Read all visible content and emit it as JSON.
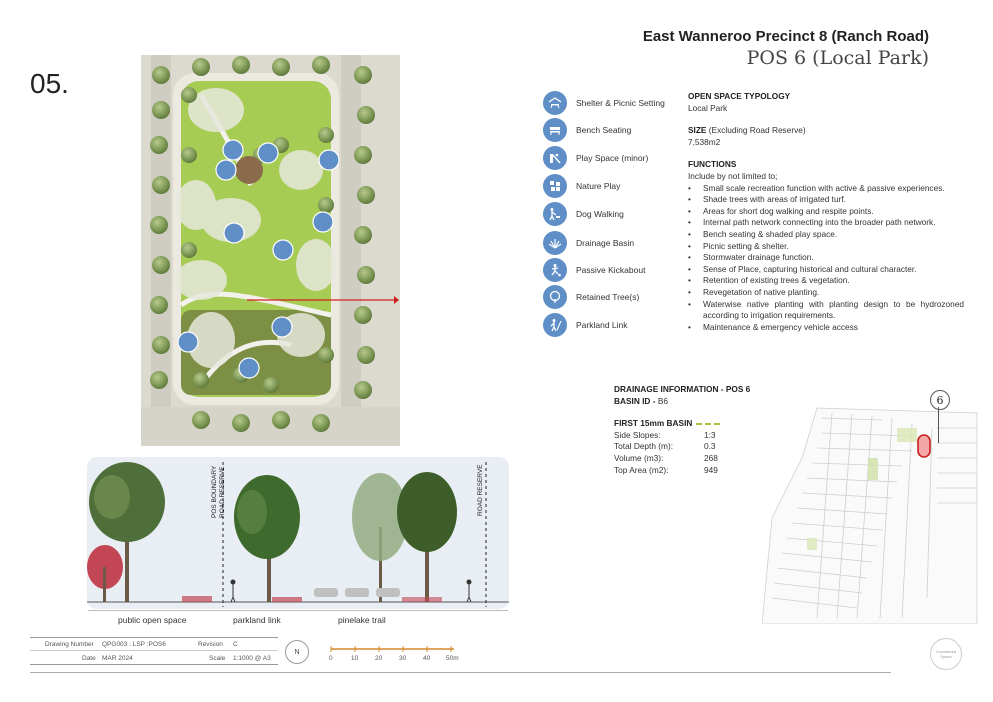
{
  "page_number": "05.",
  "header": {
    "title": "East Wanneroo Precinct 8 (Ranch Road)",
    "subtitle": "POS 6 (Local Park)"
  },
  "legend": [
    {
      "icon": "shelter-picnic-icon",
      "label": "Shelter & Picnic Setting"
    },
    {
      "icon": "bench-icon",
      "label": "Bench Seating"
    },
    {
      "icon": "play-space-icon",
      "label": "Play Space (minor)"
    },
    {
      "icon": "nature-play-icon",
      "label": "Nature Play"
    },
    {
      "icon": "dog-walking-icon",
      "label": "Dog Walking"
    },
    {
      "icon": "drainage-basin-icon",
      "label": "Drainage Basin"
    },
    {
      "icon": "passive-kickabout-icon",
      "label": "Passive Kickabout"
    },
    {
      "icon": "retained-tree-icon",
      "label": "Retained Tree(s)"
    },
    {
      "icon": "parkland-link-icon",
      "label": "Parkland Link"
    }
  ],
  "info": {
    "typology_heading": "OPEN SPACE TYPOLOGY",
    "typology_value": "Local Park",
    "size_heading": "SIZE",
    "size_note": "(Excluding Road Reserve)",
    "size_value": "7,538m2",
    "functions_heading": "FUNCTIONS",
    "functions_intro": "Include by not limited to;",
    "functions": [
      "Small scale recreation function with active & passive experiences.",
      "Shade trees with areas of irrigated turf.",
      "Areas for short dog walking and respite points.",
      "Internal path network connecting into the broader path network.",
      "Bench seating & shaded play space.",
      "Picnic setting & shelter.",
      "Stormwater drainage function.",
      "Sense of Place, capturing historical and cultural character.",
      "Retention of existing trees & vegetation.",
      "Revegetation of native planting.",
      "Waterwise native planting with planting design to be hydrozoned according to irrigation requirements.",
      "Maintenance & emergency vehicle access"
    ]
  },
  "drainage": {
    "heading": "DRAINAGE INFORMATION - POS 6",
    "basin_label": "BASIN ID -",
    "basin_value": "B6",
    "first_basin_label": "FIRST 15mm BASIN",
    "rows": [
      {
        "k": "Side Slopes:",
        "v": "1:3"
      },
      {
        "k": "Total Depth (m):",
        "v": "0.3"
      },
      {
        "k": "Volume (m3):",
        "v": "268"
      },
      {
        "k": "Top Area (m2):",
        "v": "949"
      }
    ]
  },
  "key_map": {
    "marker": "6"
  },
  "section": {
    "vertical_labels": [
      "POS BOUNDARY",
      "ROAD RESERVE",
      "ROAD RESERVE"
    ],
    "zone_labels": [
      "public open space",
      "parkland link",
      "pinelake trail"
    ]
  },
  "title_block": {
    "drawing_number_label": "Drawing Number",
    "drawing_number": "QPG003 : LSP :POS6",
    "revision_label": "Revision",
    "revision": "C",
    "date_label": "Date",
    "date": "MAR 2024",
    "scale_label": "Scale",
    "scale": "1:1000 @ A3",
    "north": "N",
    "scale_ticks": [
      "0",
      "10",
      "20",
      "30",
      "40",
      "50m"
    ],
    "logo_text": "Considered Space"
  },
  "colors": {
    "accent_blue": "#5f8fc6",
    "section_arrow": "#d11f1f",
    "basin_dash": "#a3c43c",
    "turf": "#a6cc53"
  }
}
